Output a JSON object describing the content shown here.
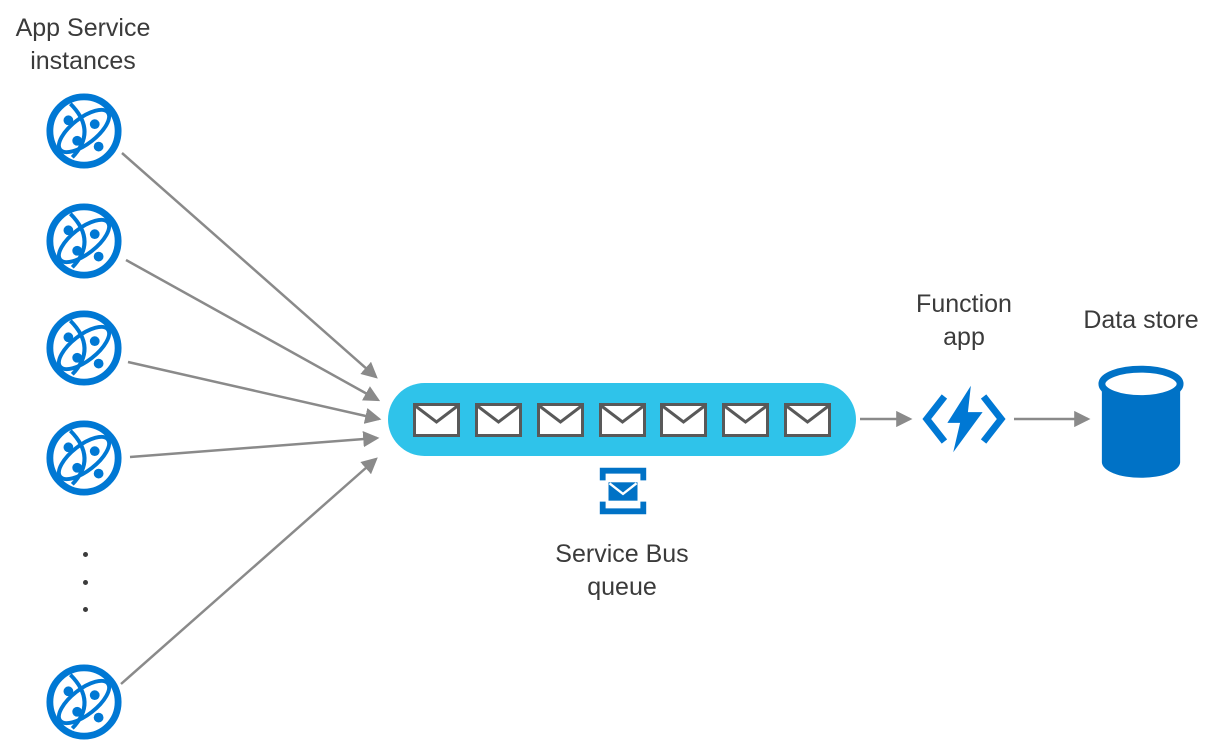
{
  "labels": {
    "app_service": {
      "line1": "App Service",
      "line2": "instances"
    },
    "service_bus": {
      "line1": "Service Bus",
      "line2": "queue"
    },
    "function_app": {
      "line1": "Function",
      "line2": "app"
    },
    "data_store": "Data store"
  },
  "counts": {
    "app_service_instances": 5,
    "queue_messages": 7,
    "ellipsis_dots": 3
  },
  "colors": {
    "azure_blue": "#0078d4",
    "service_bus_blue": "#0072c6",
    "queue_cyan": "#2fc3ea",
    "envelope_outline": "#595959",
    "arrow_gray": "#8a8a8a",
    "text": "#3b3b3b"
  }
}
